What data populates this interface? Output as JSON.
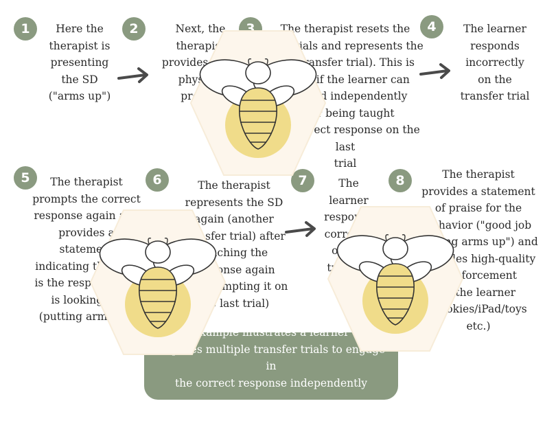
{
  "steps": [
    {
      "number": "1",
      "text": "Here the\ntherapist is\npresenting\nthe SD\n(\"arms up\")"
    },
    {
      "number": "2",
      "text": "Next, the\ntherapist\nprovides a full\nphysical\nprompt"
    },
    {
      "number": "3",
      "text": "The therapist resets the\nmaterials and represents the\nSD (transfer trial). This is\nto see if the learner can\nrespond independently\nafter being taught\nthe correct response on the last\ntrial"
    },
    {
      "number": "4",
      "text": "The learner\nresponds\nincorrectly\non the\ntransfer trial"
    },
    {
      "number": "5",
      "text": "The therapist\nprompts the correct\nresponse again and\nprovides a\nstatement\nindicating that this\nis the response she\nis looking for\n(putting arms up)"
    },
    {
      "number": "6",
      "text": "The therapist\nrepresents the SD\nagain (another\ntransfer trial) after\nteaching the\nresponse again\nand prompting it on\nthe last trial)"
    },
    {
      "number": "7",
      "text": "The\nlearner\nresponds\ncorrectly\non the\ntransfer trial"
    },
    {
      "number": "8",
      "text": "The therapist\nprovides a statement\nof praise for the\nbehavior (\"good job\nputting arms up\") and\nprovides high-quality\nreinforcement\nto the learner\n(cookies/iPad/toys\netc.)"
    }
  ],
  "caption": "This example illustrates a learner who\nrequires multiple transfer trials to engage in\nthe correct response independently",
  "colors": {
    "badge": "#8a9a80",
    "arrow": "#4a4a4a",
    "hex_fill": "#fdf6ec",
    "bee_body": "#f0dc8a"
  },
  "icons": [
    "bee-icon",
    "arrow-right-icon"
  ]
}
